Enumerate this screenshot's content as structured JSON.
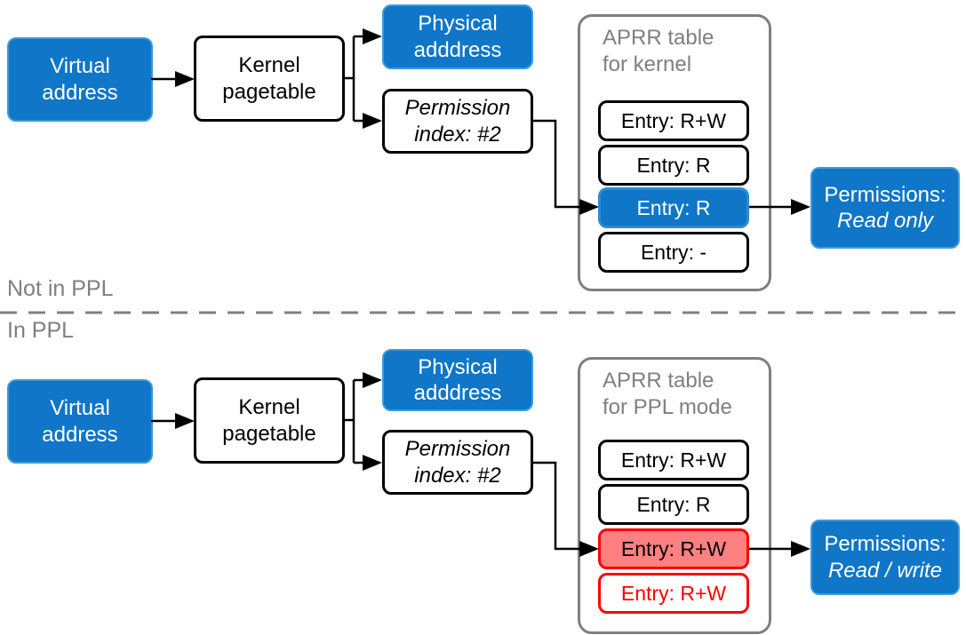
{
  "diagram": {
    "divider": {
      "top_label": "Not in PPL",
      "bottom_label": "In PPL"
    },
    "colors": {
      "accent_blue": "#0f76c8",
      "highlight_pink": "#ff8080",
      "highlight_red": "#ff0000",
      "gray": "#7f7f7f",
      "black": "#000000"
    },
    "section_top": {
      "virtual_address": "Virtual\naddress",
      "kernel_pagetable": "Kernel\npagetable",
      "physical_address": "Physical\nadddress",
      "permission_index": "Permission\nindex: #2",
      "aprr_table_title": "APRR table\nfor kernel",
      "entries": [
        {
          "label": "Entry: R+W"
        },
        {
          "label": "Entry: R"
        },
        {
          "label": "Entry: R"
        },
        {
          "label": "Entry: -"
        }
      ],
      "permissions_title": "Permissions:",
      "permissions_value": "Read only"
    },
    "section_bottom": {
      "virtual_address": "Virtual\naddress",
      "kernel_pagetable": "Kernel\npagetable",
      "physical_address": "Physical\nadddress",
      "permission_index": "Permission\nindex: #2",
      "aprr_table_title": "APRR table\nfor PPL mode",
      "entries": [
        {
          "label": "Entry: R+W"
        },
        {
          "label": "Entry: R"
        },
        {
          "label": "Entry: R+W"
        },
        {
          "label": "Entry: R+W"
        }
      ],
      "permissions_title": "Permissions:",
      "permissions_value": "Read / write"
    }
  }
}
